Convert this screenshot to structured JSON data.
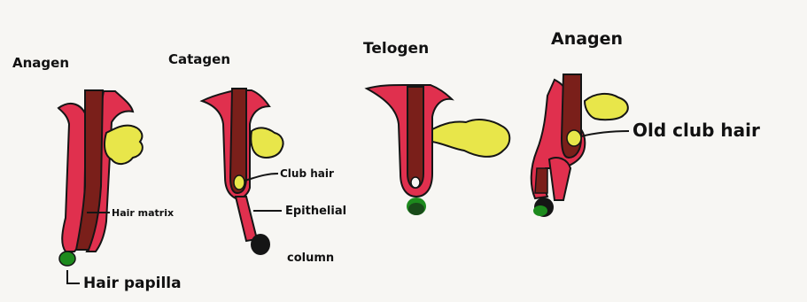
{
  "stages": [
    {
      "title": "Anagen"
    },
    {
      "title": "Catagen"
    },
    {
      "title": "Telogen"
    },
    {
      "title": "Anagen"
    }
  ],
  "labels": {
    "hair_matrix": "Hair matrix",
    "hair_papilla": "Hair papilla",
    "club_hair": "Club hair",
    "epithelial": "Epithelial",
    "column": "column",
    "old_club_hair": "Old club hair"
  },
  "colors": {
    "outer": "#e0304e",
    "shaft": "#7a1f1a",
    "gland": "#e8e64a",
    "papilla": "#1d8a1d",
    "dark": "#151515",
    "paper": "#f7f6f3"
  }
}
